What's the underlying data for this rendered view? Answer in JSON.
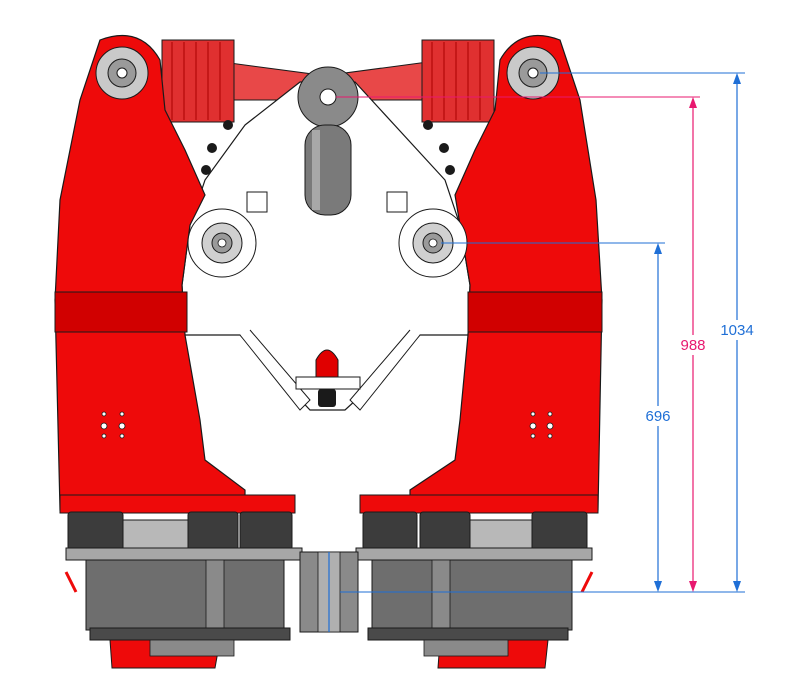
{
  "dimensions": [
    {
      "label": "1034",
      "color": "#1f6fd6"
    },
    {
      "label": "988",
      "color": "#e8186f"
    },
    {
      "label": "696",
      "color": "#1f6fd6"
    }
  ],
  "colors": {
    "arm_red": "#ee0a0a",
    "arm_red_dark": "#b80000",
    "steel_dark": "#3c3c3c",
    "steel_mid": "#6e6e6e",
    "steel_light": "#a7a7a7",
    "plate_white": "#ffffff",
    "outline": "#1a1a1a"
  }
}
